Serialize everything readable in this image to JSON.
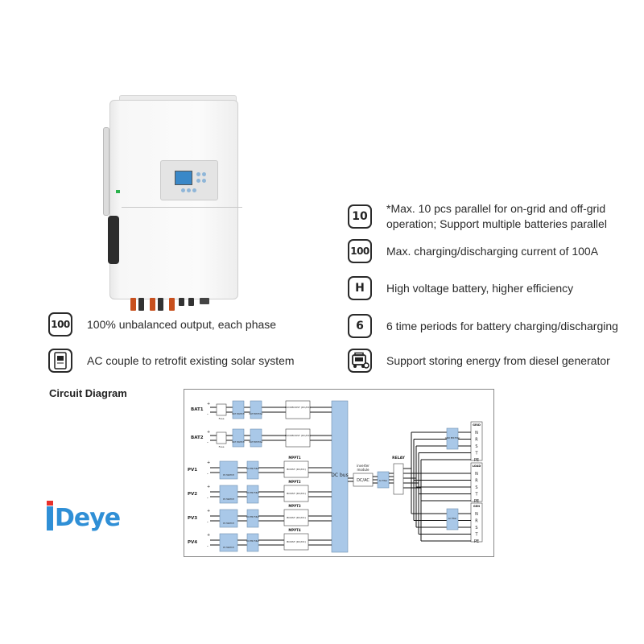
{
  "features": {
    "parallel": {
      "badge": "10",
      "line1": "*Max. 10 pcs parallel for on-grid and off-grid",
      "line2": "operation; Support multiple batteries parallel"
    },
    "current": {
      "badge": "100",
      "text": "Max. charging/discharging current of 100A"
    },
    "hv": {
      "badge": "H",
      "text": "High voltage battery, higher efficiency"
    },
    "periods": {
      "badge": "6",
      "text": "6 time periods for battery charging/discharging"
    },
    "diesel": {
      "badge_icon": "generator-icon",
      "text": "Support storing energy from diesel generator"
    },
    "unbalanced": {
      "badge": "100",
      "text": "100% unbalanced output, each phase"
    },
    "ac_couple": {
      "badge_icon": "inverter-icon",
      "text": "AC couple to retrofit existing solar system"
    }
  },
  "circuit": {
    "title": "Circuit Diagram",
    "batteries": [
      {
        "label": "BAT1",
        "fuse": "Fuse",
        "switch": "BAT SWITCH",
        "filter": "BAT EMI Filter",
        "converter": "BUCKBOOST (DC/DC)"
      },
      {
        "label": "BAT2",
        "fuse": "Fuse",
        "switch": "BAT SWITCH",
        "filter": "BAT EMI Filter",
        "converter": "BUCKBOOST (DC/DC)"
      }
    ],
    "pv": [
      {
        "label": "PV1",
        "switch": "PV SWITCH",
        "filter": "DC EMI Filter",
        "mppt": "MPPT1",
        "converter": "BOOST (DC/DC)"
      },
      {
        "label": "PV2",
        "switch": "PV SWITCH",
        "filter": "DC EMI Filter",
        "mppt": "MPPT2",
        "converter": "BOOST (DC/DC)"
      },
      {
        "label": "PV3",
        "switch": "PV SWITCH",
        "filter": "DC EMI Filter",
        "mppt": "MPPT3",
        "converter": "BOOST (DC/DC)"
      },
      {
        "label": "PV4",
        "switch": "PV SWITCH",
        "filter": "DC EMI Filter",
        "mppt": "MPPT4",
        "converter": "BOOST (DC/DC)"
      }
    ],
    "dc_bus": "DC bus",
    "inverter_module_line1": "inverter",
    "inverter_module_line2": "module",
    "inverter_dcac": "DC/AC",
    "ac_filter": "AC Filter",
    "relay": "RELAY",
    "grid_filter": "GRID EMI Filter",
    "gen_filter": "AC Filter",
    "terminals": [
      {
        "name": "GRID",
        "pins": [
          "N",
          "R",
          "S",
          "T",
          "PE"
        ]
      },
      {
        "name": "LOAD",
        "pins": [
          "N",
          "R",
          "S",
          "T",
          "PE"
        ]
      },
      {
        "name": "GEN",
        "pins": [
          "N",
          "R",
          "S",
          "T",
          "PE"
        ]
      }
    ],
    "plus": "+",
    "minus": "-"
  },
  "logo": {
    "text": "Deye"
  },
  "colors": {
    "accent_blue": "#a9c8e8",
    "logo_blue": "#2f8fd6",
    "logo_red": "#e8302b"
  }
}
